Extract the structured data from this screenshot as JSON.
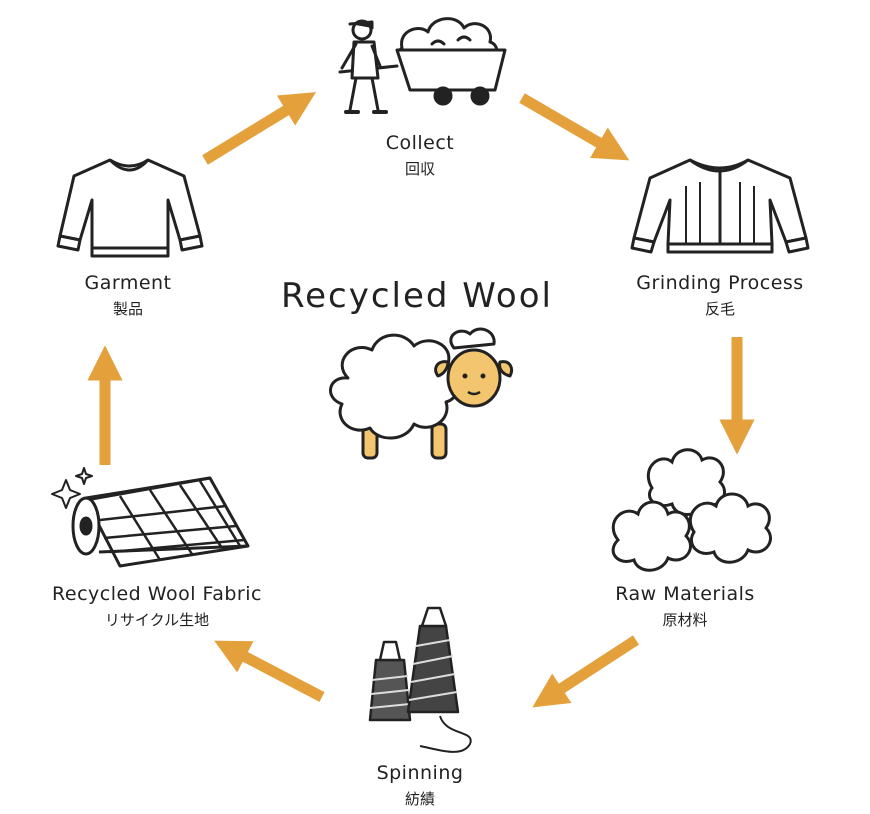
{
  "title": "Recycled Wool",
  "colors": {
    "arrow": "#e4a13b",
    "sheep_face": "#f4c56f",
    "line": "#222222"
  },
  "steps": [
    {
      "en": "Collect",
      "jp": "回収",
      "icon": "cart-icon"
    },
    {
      "en": "Grinding Process",
      "jp": "反毛",
      "icon": "cardigan-icon"
    },
    {
      "en": "Raw Materials",
      "jp": "原材料",
      "icon": "wool-balls-icon"
    },
    {
      "en": "Spinning",
      "jp": "紡績",
      "icon": "yarn-cones-icon"
    },
    {
      "en": "Recycled Wool Fabric",
      "jp": "リサイクル生地",
      "icon": "fabric-roll-icon"
    },
    {
      "en": "Garment",
      "jp": "製品",
      "icon": "sweater-icon"
    }
  ],
  "center_icon": "sheep-icon"
}
